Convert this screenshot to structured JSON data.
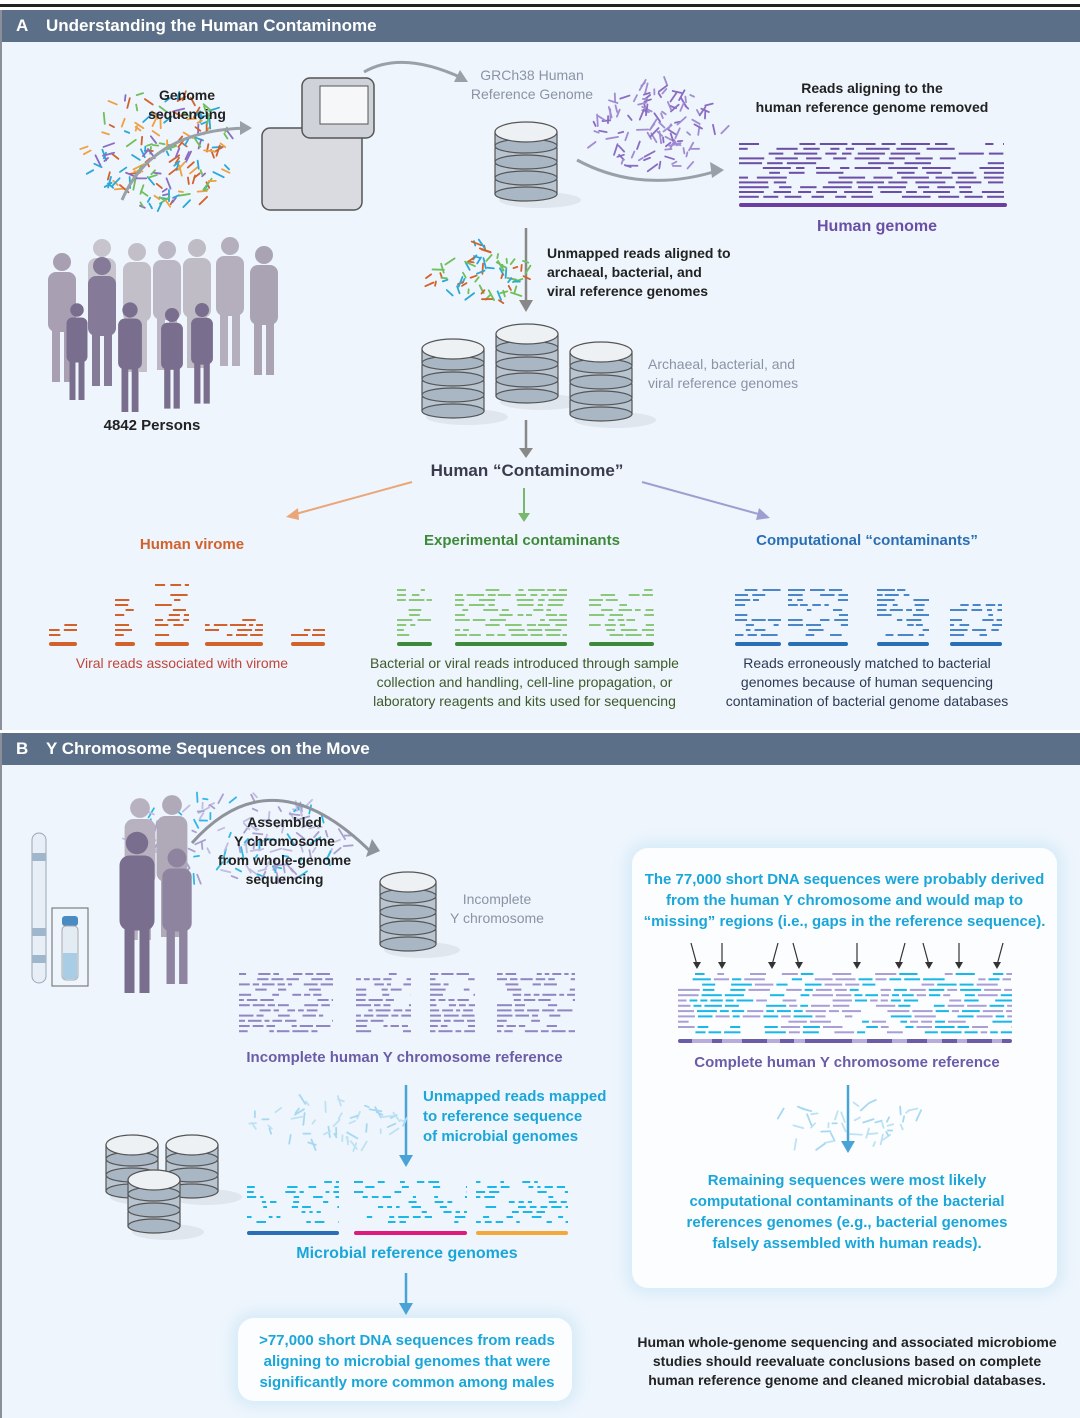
{
  "panel_a": {
    "letter": "A",
    "title": "Understanding the Human Contaminome",
    "genome_sequencing": [
      "Genome",
      "sequencing"
    ],
    "persons": "4842 Persons",
    "reference_label": [
      "GRCh38 Human",
      "Reference Genome"
    ],
    "reads_removed": [
      "Reads aligning to the",
      "human reference genome removed"
    ],
    "human_genome": "Human genome",
    "unmapped_reads": [
      "Unmapped reads aligned to",
      "archaeal, bacterial, and",
      "viral reference genomes"
    ],
    "microbial_db_label": [
      "Archaeal, bacterial, and",
      "viral reference genomes"
    ],
    "contaminome": "Human “Contaminome”",
    "categories": [
      {
        "title": "Human virome",
        "desc": [
          "Viral reads associated with virome"
        ],
        "color": "#d2622c"
      },
      {
        "title": "Experimental contaminants",
        "desc": [
          "Bacterial or viral reads introduced through sample",
          "collection and handling, cell-line propagation, or",
          "laboratory reagents and kits used for sequencing"
        ],
        "color": "#3f8a3a"
      },
      {
        "title": "Computational “contaminants”",
        "desc": [
          "Reads erroneously matched to bacterial",
          "genomes because of human sequencing",
          "contamination of bacterial genome databases"
        ],
        "color": "#2a6fb6"
      }
    ]
  },
  "panel_b": {
    "letter": "B",
    "title": "Y Chromosome Sequences on the Move",
    "assembled": [
      "Assembled",
      "Y chromosome",
      "from whole-genome",
      "sequencing"
    ],
    "incomplete_y": [
      "Incomplete",
      "Y chromosome"
    ],
    "incomplete_ref": "Incomplete human Y chromosome reference",
    "unmapped_mapped": [
      "Unmapped reads mapped",
      "to reference sequence",
      "of microbial genomes"
    ],
    "microbial_ref": "Microbial reference genomes",
    "finding": [
      ">77,000 short DNA sequences from reads",
      "aligning to microbial genomes that were",
      "significantly more common among males"
    ],
    "derived": [
      "The 77,000 short DNA sequences were probably derived",
      "from the human Y chromosome and would map to",
      "“missing” regions (i.e., gaps in the reference sequence)."
    ],
    "complete_ref": "Complete human Y chromosome reference",
    "remaining": [
      "Remaining sequences were most likely",
      "computational contaminants of the bacterial",
      "references genomes (e.g., bacterial genomes",
      "falsely assembled with human reads)."
    ],
    "conclusion": [
      "Human whole-genome sequencing and associated microbiome",
      "studies should reevaluate conclusions based on complete",
      "human reference genome and cleaned microbial databases."
    ]
  },
  "colors": {
    "header": "#5b7088",
    "purple": "#6b4ea6",
    "cyan": "#1aa6d8",
    "blue_bar": "#2a6fb6",
    "pink_bar": "#e0197d",
    "orange_bar": "#f5a83a"
  }
}
